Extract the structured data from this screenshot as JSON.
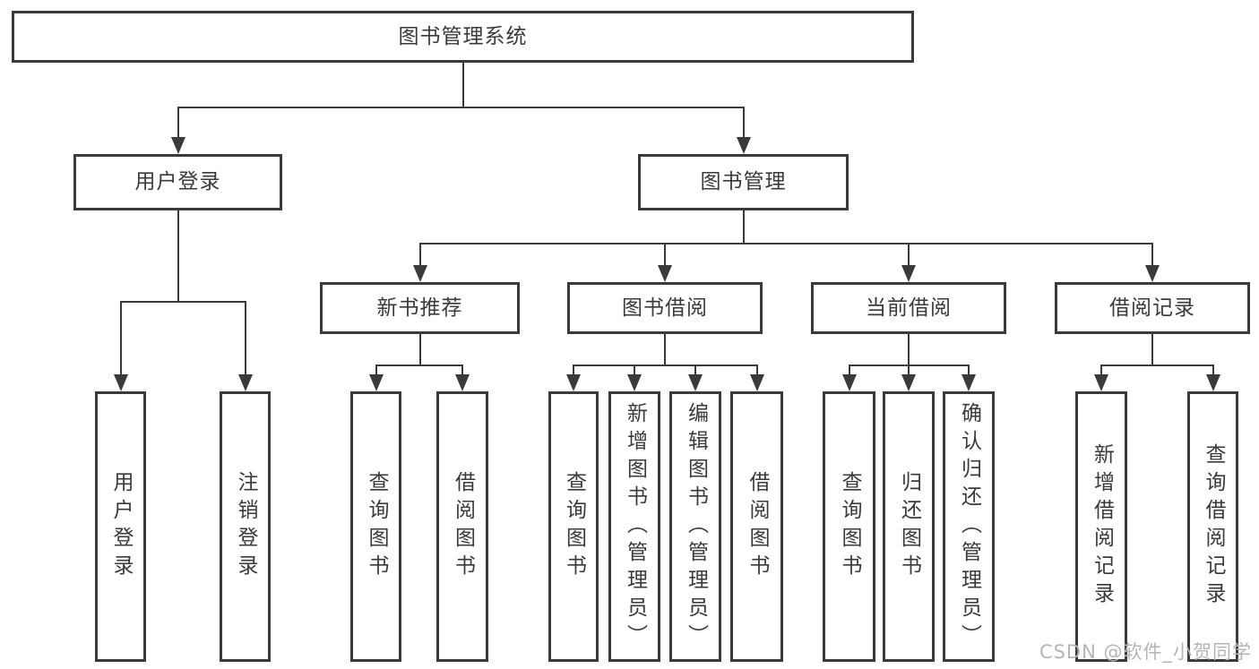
{
  "diagram": {
    "type": "hierarchy-tree",
    "title": "图书管理系统",
    "watermark": "CSDN @软件_小贺同学",
    "colors": {
      "line": "#3a3a3a",
      "text": "#3a3a3a",
      "box_background": "#ffffff",
      "background": "#ffffff",
      "watermark": "#b5b5b5"
    },
    "nodes": [
      {
        "id": "root",
        "label": "图书管理系统",
        "parent": null,
        "level": 1
      },
      {
        "id": "user-login",
        "label": "用户登录",
        "parent": "root",
        "level": 2
      },
      {
        "id": "book-mgmt",
        "label": "图书管理",
        "parent": "root",
        "level": 2
      },
      {
        "id": "new-book-rec",
        "label": "新书推荐",
        "parent": "book-mgmt",
        "level": 3
      },
      {
        "id": "book-borrow",
        "label": "图书借阅",
        "parent": "book-mgmt",
        "level": 3
      },
      {
        "id": "current-borrow",
        "label": "当前借阅",
        "parent": "book-mgmt",
        "level": 3
      },
      {
        "id": "borrow-records",
        "label": "借阅记录",
        "parent": "book-mgmt",
        "level": 3
      },
      {
        "id": "leaf-user-login",
        "label": "用户登录",
        "parent": "user-login",
        "level": 4
      },
      {
        "id": "leaf-logout",
        "label": "注销登录",
        "parent": "user-login",
        "level": 4
      },
      {
        "id": "leaf-query-book-rec",
        "label": "查询图书",
        "parent": "new-book-rec",
        "level": 4
      },
      {
        "id": "leaf-borrow-book-rec",
        "label": "借阅图书",
        "parent": "new-book-rec",
        "level": 4
      },
      {
        "id": "leaf-query-book-borrow",
        "label": "查询图书",
        "parent": "book-borrow",
        "level": 4
      },
      {
        "id": "leaf-add-book-admin",
        "label": "新增图书（管理员）",
        "parent": "book-borrow",
        "level": 4
      },
      {
        "id": "leaf-edit-book-admin",
        "label": "编辑图书（管理员）",
        "parent": "book-borrow",
        "level": 4
      },
      {
        "id": "leaf-borrow-book-borrow",
        "label": "借阅图书",
        "parent": "book-borrow",
        "level": 4
      },
      {
        "id": "leaf-query-book-current",
        "label": "查询图书",
        "parent": "current-borrow",
        "level": 4
      },
      {
        "id": "leaf-return-book",
        "label": "归还图书",
        "parent": "current-borrow",
        "level": 4
      },
      {
        "id": "leaf-confirm-return-admin",
        "label": "确认归还（管理员）",
        "parent": "current-borrow",
        "level": 4
      },
      {
        "id": "leaf-add-borrow-record",
        "label": "新增借阅记录",
        "parent": "borrow-records",
        "level": 4
      },
      {
        "id": "leaf-query-borrow-record",
        "label": "查询借阅记录",
        "parent": "borrow-records",
        "level": 4
      }
    ]
  }
}
